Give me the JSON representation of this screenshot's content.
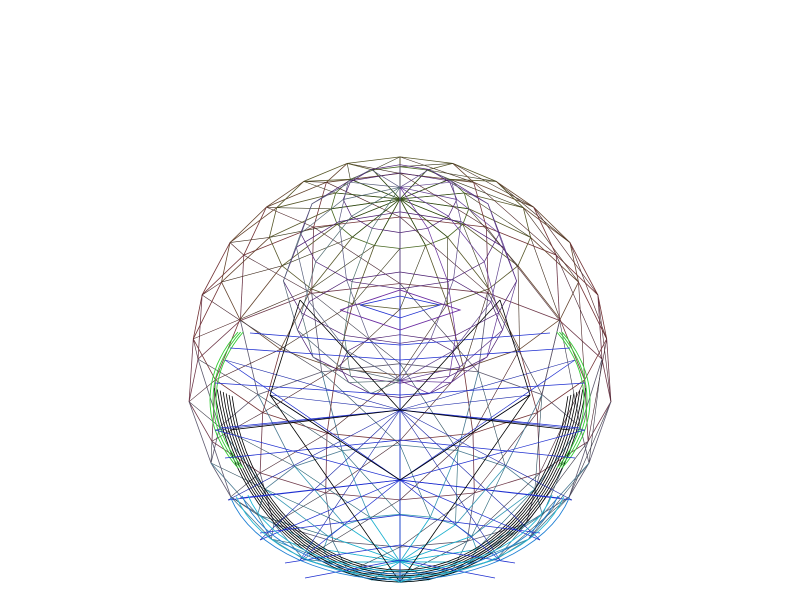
{
  "scene": {
    "description_visible_text": "",
    "object": "wireframe-sphere-interior-view",
    "style": "wireframe",
    "background_color": "#ffffff",
    "palette": {
      "outline": "#000000",
      "upper_hemisphere_a": "#3a7a1a",
      "upper_hemisphere_b": "#7a2a3a",
      "accent_green": "#33cc33",
      "lower_interior": "#1f2fd0",
      "lower_rim_cyan": "#22b8d6",
      "inner_cap": "#6a2aa0"
    },
    "mesh": {
      "latitude_rings_outer": 9,
      "longitude_segments_outer": 16,
      "latitude_rings_inner": 6,
      "longitude_segments_inner": 12,
      "lower_fan_spokes": 12
    }
  }
}
